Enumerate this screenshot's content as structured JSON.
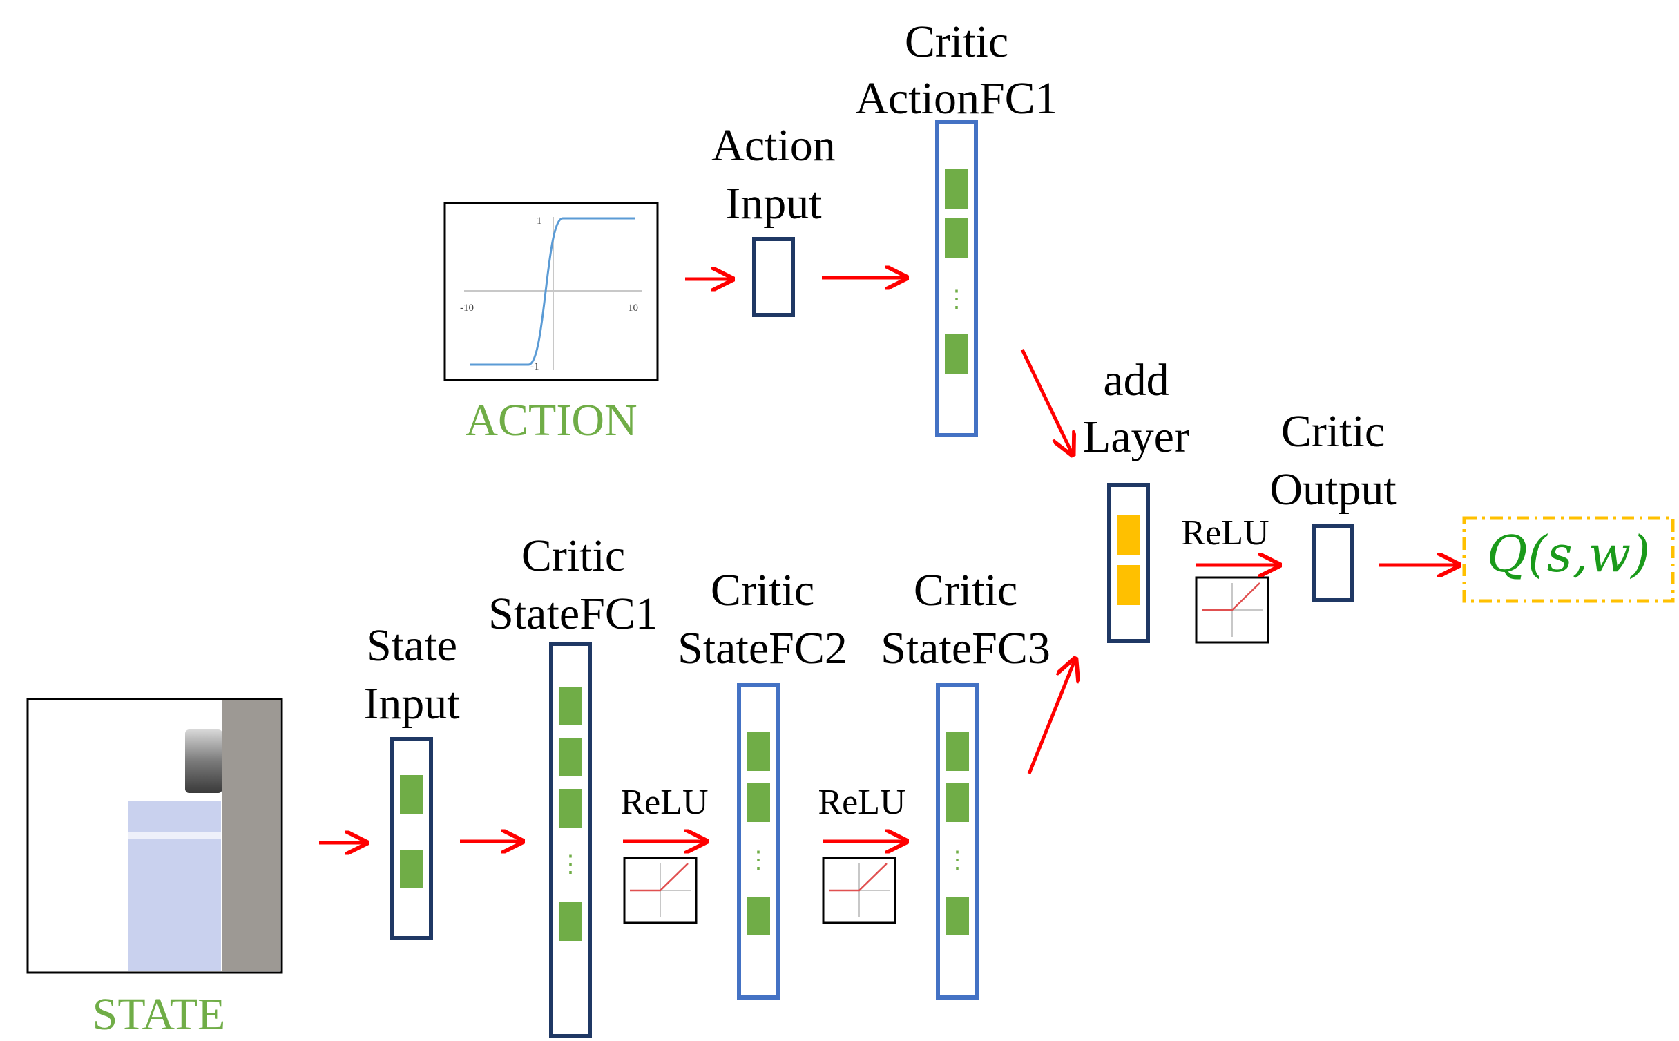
{
  "labels": {
    "critic_action_fc1": [
      "Critic",
      "ActionFC1"
    ],
    "action_input": [
      "Action",
      "Input"
    ],
    "action": "ACTION",
    "add_layer": [
      "add",
      "Layer"
    ],
    "critic_output": [
      "Critic",
      "Output"
    ],
    "state_input": [
      "State",
      "Input"
    ],
    "critic_state_fc1": [
      "Critic",
      "StateFC1"
    ],
    "critic_state_fc2": [
      "Critic",
      "StateFC2"
    ],
    "critic_state_fc3": [
      "Critic",
      "StateFC3"
    ],
    "state": "STATE",
    "relu": "ReLU",
    "q_output": "Q(s,w)"
  },
  "sigmoid_plot": {
    "y_top": "1",
    "y_bottom": "-1",
    "x_left": "-10",
    "x_right": "10"
  },
  "colors": {
    "arrow": "#ff0000",
    "neuron_green": "#70ad47",
    "neuron_orange": "#ffc000",
    "box_dark_blue": "#1f3864",
    "box_light_blue": "#4472c4",
    "q_border": "#ffc000",
    "label_green": "#70ad47"
  },
  "icons": [
    "sigmoid-plot-icon",
    "relu-plot-icon",
    "state-image"
  ]
}
